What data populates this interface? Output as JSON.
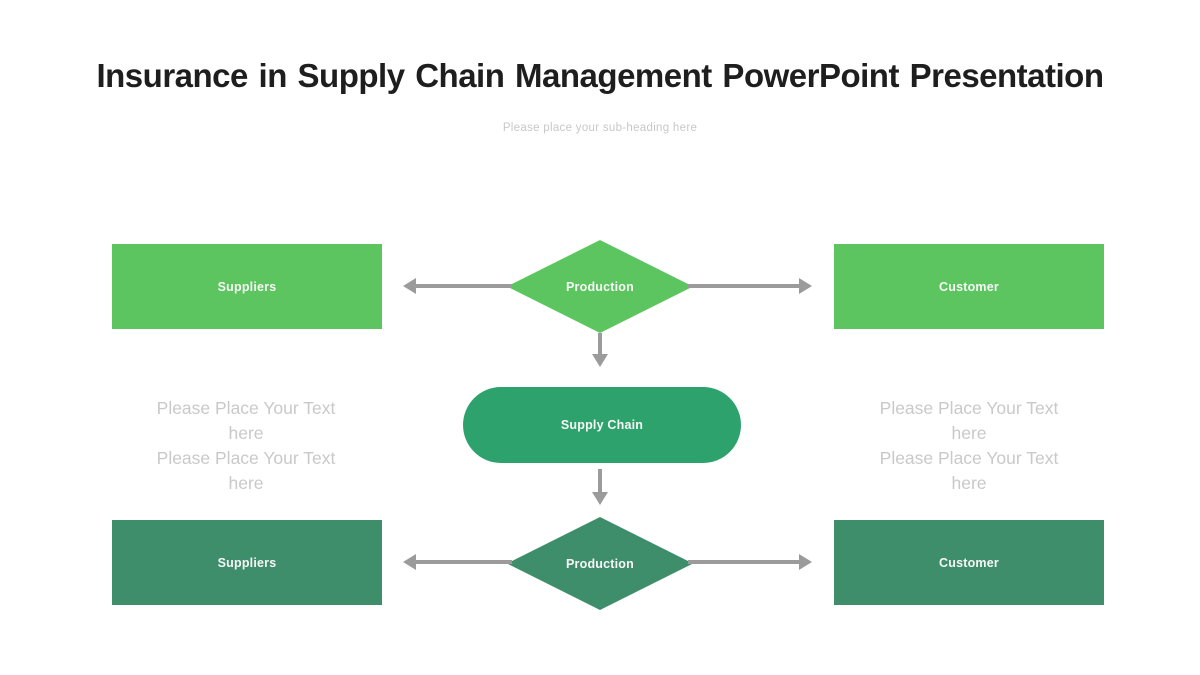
{
  "slide": {
    "title": "Insurance in Supply Chain Management PowerPoint Presentation",
    "subtitle": "Please place your sub-heading here"
  },
  "flowchart": {
    "top": {
      "suppliers_label": "Suppliers",
      "production_label": "Production",
      "customer_label": "Customer"
    },
    "center": {
      "supply_chain_label": "Supply Chain"
    },
    "bottom": {
      "suppliers_label": "Suppliers",
      "production_label": "Production",
      "customer_label": "Customer"
    },
    "left_placeholder": {
      "line1": "Please Place Your Text here",
      "line2": "Please Place Your Text here"
    },
    "right_placeholder": {
      "line1": "Please Place Your Text here",
      "line2": "Please Place Your Text here"
    }
  },
  "colors": {
    "light_green": "#5cc55f",
    "medium_green": "#2ea26d",
    "dark_green": "#3e8e6c",
    "arrow_gray": "#9b9b9b",
    "placeholder_gray": "#c9c9c9",
    "subtitle_gray": "#c8c8c8",
    "title_color": "#1e1e1e",
    "label_white": "#f7f7f7"
  }
}
